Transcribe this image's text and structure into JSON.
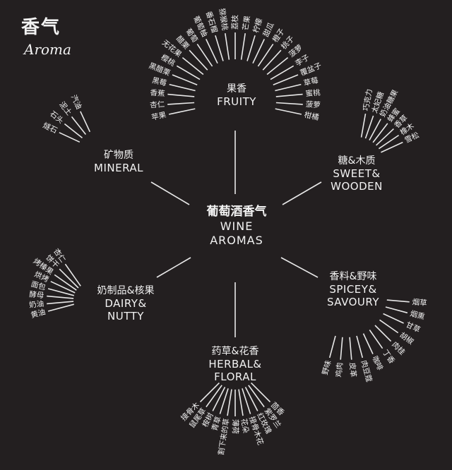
{
  "title": {
    "zh": "香气",
    "en": "Aroma"
  },
  "center": {
    "zh": "葡萄酒香气",
    "en_line1": "WINE",
    "en_line2": "AROMAS"
  },
  "categories": [
    {
      "id": "fruity",
      "zh": "果香",
      "en": [
        "FRUITY"
      ],
      "items": [
        "苹果",
        "杏仁",
        "香蕉",
        "黑莓",
        "黑醋栗",
        "樱桃",
        "无花果",
        "醋栗",
        "葡萄",
        "葡萄柚",
        "番石榴",
        "猕猴桃",
        "荔枝",
        "芒果",
        "柠檬",
        "甜瓜",
        "橙子",
        "桃子",
        "菠萝",
        "李子",
        "覆盆子",
        "草莓",
        "蜜桃",
        "菠萝",
        "柑橘"
      ]
    },
    {
      "id": "mineral",
      "zh": "矿物质",
      "en": [
        "MINERAL"
      ],
      "items": [
        "燧石",
        "石头",
        "泥土",
        "汽油"
      ]
    },
    {
      "id": "sweet",
      "zh": "糖&木质",
      "en": [
        "SWEET&",
        "WOODEN"
      ],
      "items": [
        "巧克力",
        "太妃糖",
        "奶油糖果",
        "蜂蜜",
        "香草",
        "橡木",
        "雪松"
      ]
    },
    {
      "id": "dairy",
      "zh": "奶制品&核果",
      "en": [
        "DAIRY&",
        "NUTTY"
      ],
      "items": [
        "黄油",
        "奶油",
        "酵母",
        "面包",
        "烘烤",
        "烤榛果",
        "饼干",
        "杏仁"
      ]
    },
    {
      "id": "spicy",
      "zh": "香料&野味",
      "en": [
        "SPICEY&",
        "SAVOURY"
      ],
      "items": [
        "烟草",
        "烟熏",
        "甘草",
        "胡椒",
        "肉桂",
        "丁香",
        "咖啡",
        "肉豆蔻",
        "皮革",
        "鸡肉",
        "野味"
      ]
    },
    {
      "id": "herbal",
      "zh": "药草&花香",
      "en": [
        "HERBAL&",
        "FLORAL"
      ],
      "items": [
        "茴香",
        "紫罗兰",
        "红玫瑰",
        "接骨木花",
        "花朵",
        "薄荷",
        "割下来的草",
        "青草",
        "桉树",
        "鼠尾草",
        "接骨木"
      ]
    }
  ]
}
